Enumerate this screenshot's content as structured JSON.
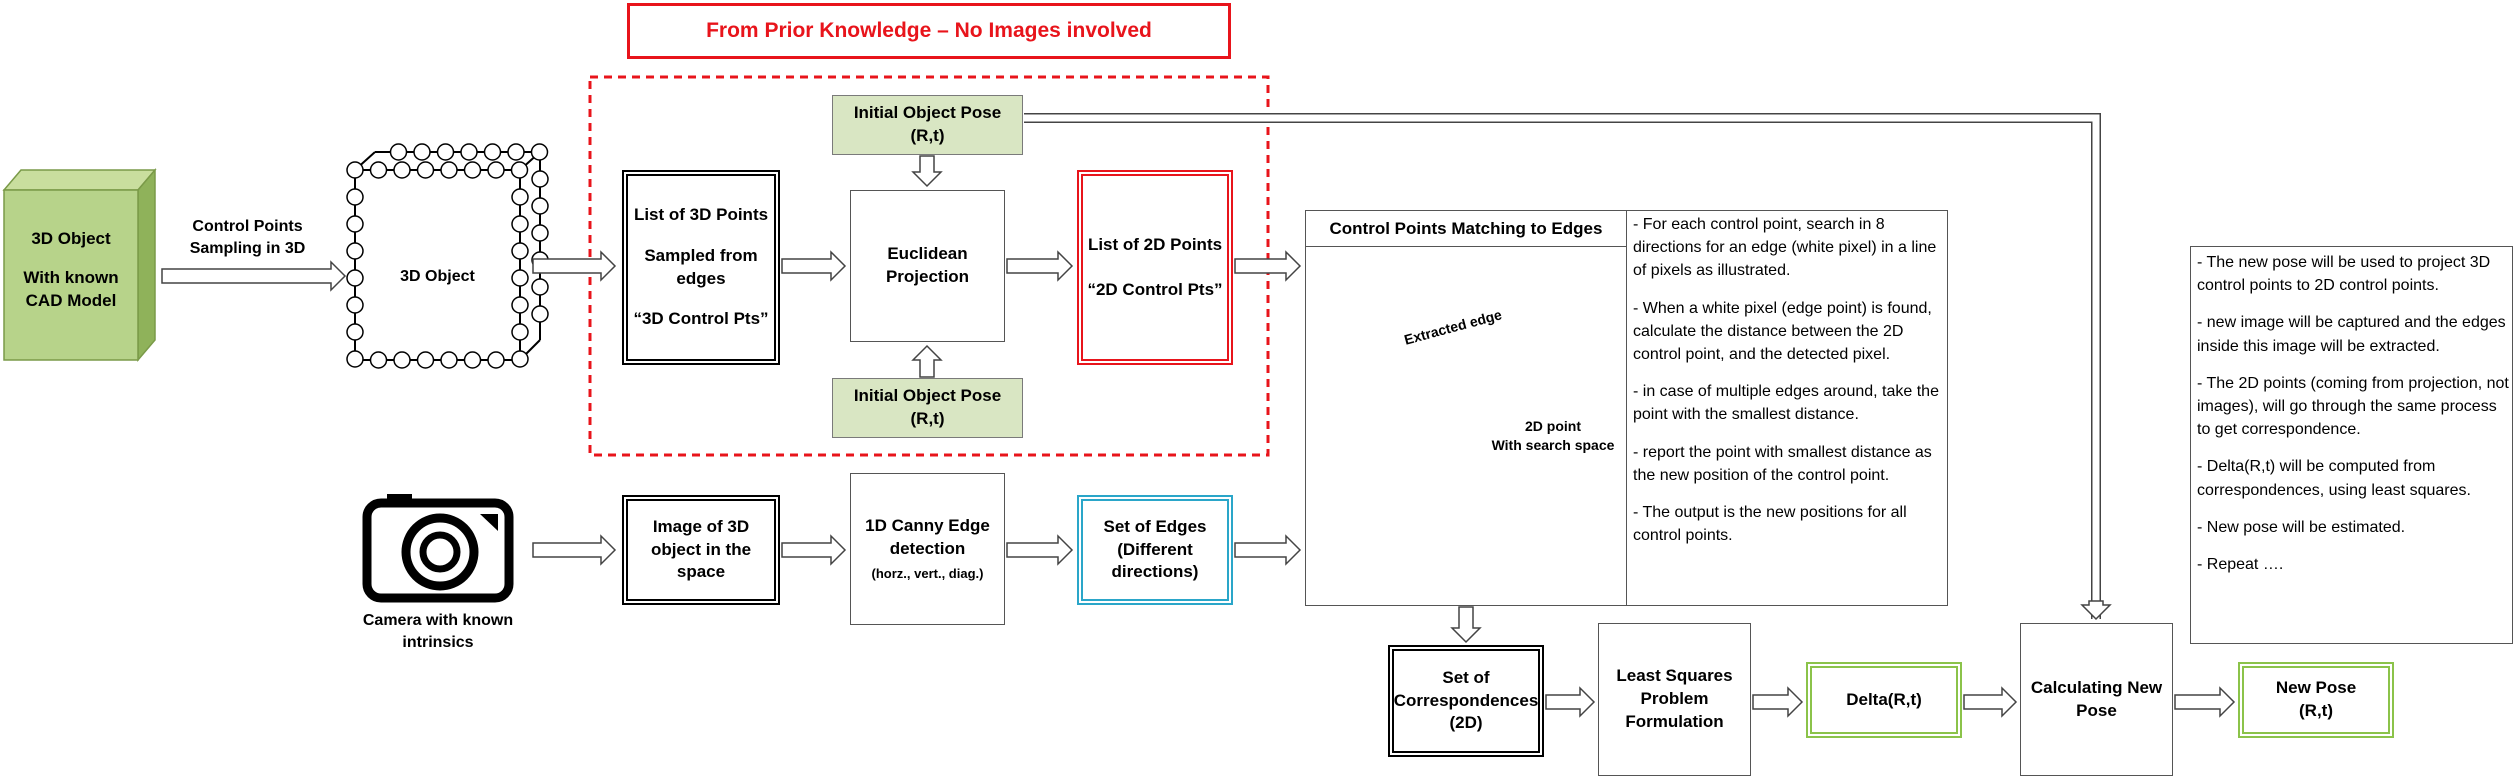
{
  "header": {
    "title": "From Prior Knowledge – No Images involved"
  },
  "nodes": {
    "object3d_solid": {
      "line1": "3D Object",
      "line2": "With known",
      "line3": "CAD Model"
    },
    "sampling_label": {
      "line1": "Control Points",
      "line2": "Sampling in 3D"
    },
    "object3d_wire": {
      "label": "3D Object"
    },
    "list3d": {
      "line1": "List of 3D Points",
      "line2": "Sampled from",
      "line3": "edges",
      "line4": "“3D Control Pts”"
    },
    "pose_top": {
      "line1": "Initial Object Pose",
      "line2": "(R,t)"
    },
    "pose_bottom": {
      "line1": "Initial Object Pose",
      "line2": "(R,t)"
    },
    "euclid": {
      "line1": "Euclidean",
      "line2": "Projection"
    },
    "list2d": {
      "line1": "List of 2D Points",
      "line2": "“2D Control Pts”"
    },
    "camera": {
      "line1": "Camera with known",
      "line2": "intrinsics"
    },
    "image3d": {
      "line1": "Image of 3D",
      "line2": "object in the",
      "line3": "space"
    },
    "canny": {
      "line1": "1D Canny Edge",
      "line2": "detection",
      "line3": "(horz., vert., diag.)"
    },
    "edges": {
      "line1": "Set of Edges",
      "line2": "(Different",
      "line3": "directions)"
    },
    "correspondences": {
      "line1": "Set of",
      "line2": "Correspondences",
      "line3": "(2D)"
    },
    "least_squares": {
      "line1": "Least Squares",
      "line2": "Problem",
      "line3": "Formulation"
    },
    "delta": {
      "label": "Delta(R,t)"
    },
    "calc_pose": {
      "line1": "Calculating New",
      "line2": "Pose"
    },
    "new_pose": {
      "line1": "New Pose",
      "line2": "(R,t)"
    }
  },
  "matching": {
    "title": "Control Points Matching to Edges",
    "edge_label": "Extracted edge",
    "point_label_1": "2D point",
    "point_label_2": "With search space",
    "bullets": [
      "- For each control point, search in 8 directions for an edge (white pixel) in a line of pixels as illustrated.",
      "- When a white pixel (edge point) is found, calculate the distance between the 2D control point, and the detected pixel.",
      "- in case of multiple edges around, take the point with the smallest distance.",
      "- report the point with smallest distance as the new position of the control point.",
      "- The output is the new positions for all control points."
    ]
  },
  "notes": {
    "bullets": [
      "- The new pose will be used to project 3D control points to 2D control points.",
      "- new image will be captured and the edges inside this image will be extracted.",
      "- The 2D points (coming from projection, not images), will go through the same process to get correspondence.",
      "- Delta(R,t) will be computed from correspondences, using least squares.",
      "- New pose will be estimated.",
      "- Repeat …."
    ]
  },
  "colors": {
    "red": "#e8141b",
    "blue": "#2aa6c9",
    "green": "#8bc34a",
    "pose_fill": "#d9e6c3",
    "cube_front": "#b7d38a",
    "cube_side": "#8fb25a"
  }
}
